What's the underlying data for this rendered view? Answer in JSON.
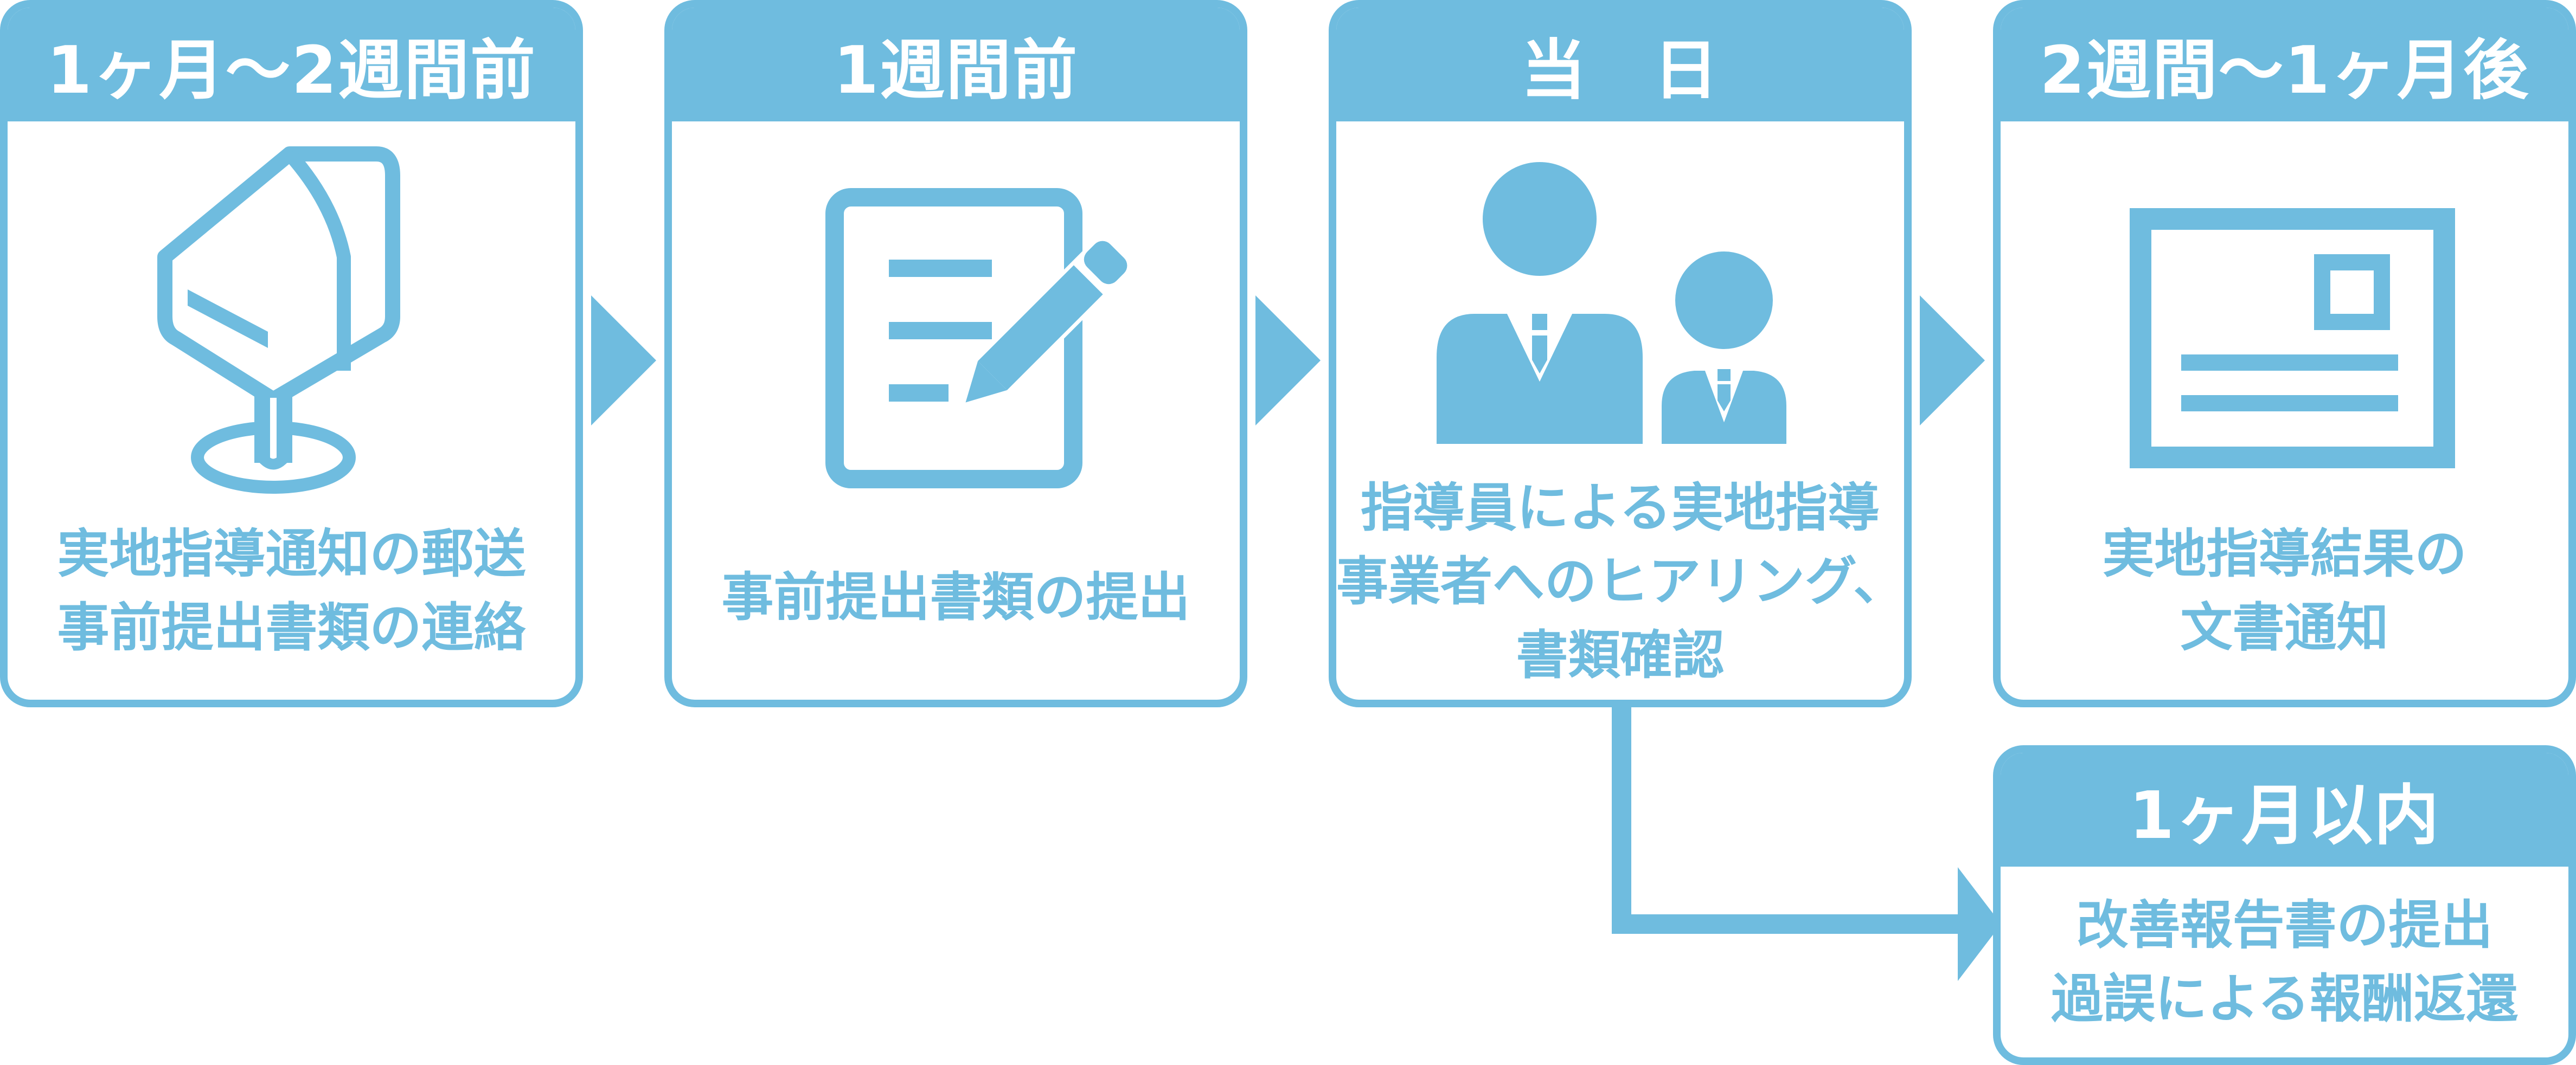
{
  "colors": {
    "accent": "#6fbcdf",
    "background": "#ffffff"
  },
  "steps": [
    {
      "header": "1ヶ月〜2週間前",
      "icon": "mailbox-icon",
      "lines": [
        "実地指導通知の郵送",
        "事前提出書類の連絡"
      ]
    },
    {
      "header": "1週間前",
      "icon": "document-pen-icon",
      "lines": [
        "事前提出書類の提出"
      ]
    },
    {
      "header": "当　日",
      "icon": "two-people-icon",
      "lines": [
        "指導員による実地指導",
        "事業者へのヒアリング、",
        "書類確認"
      ]
    },
    {
      "header": "2週間〜1ヶ月後",
      "icon": "letter-icon",
      "lines": [
        "実地指導結果の",
        "文書通知"
      ]
    },
    {
      "header": "1ヶ月以内",
      "lines": [
        "改善報告書の提出",
        "過誤による報酬返還"
      ]
    }
  ]
}
